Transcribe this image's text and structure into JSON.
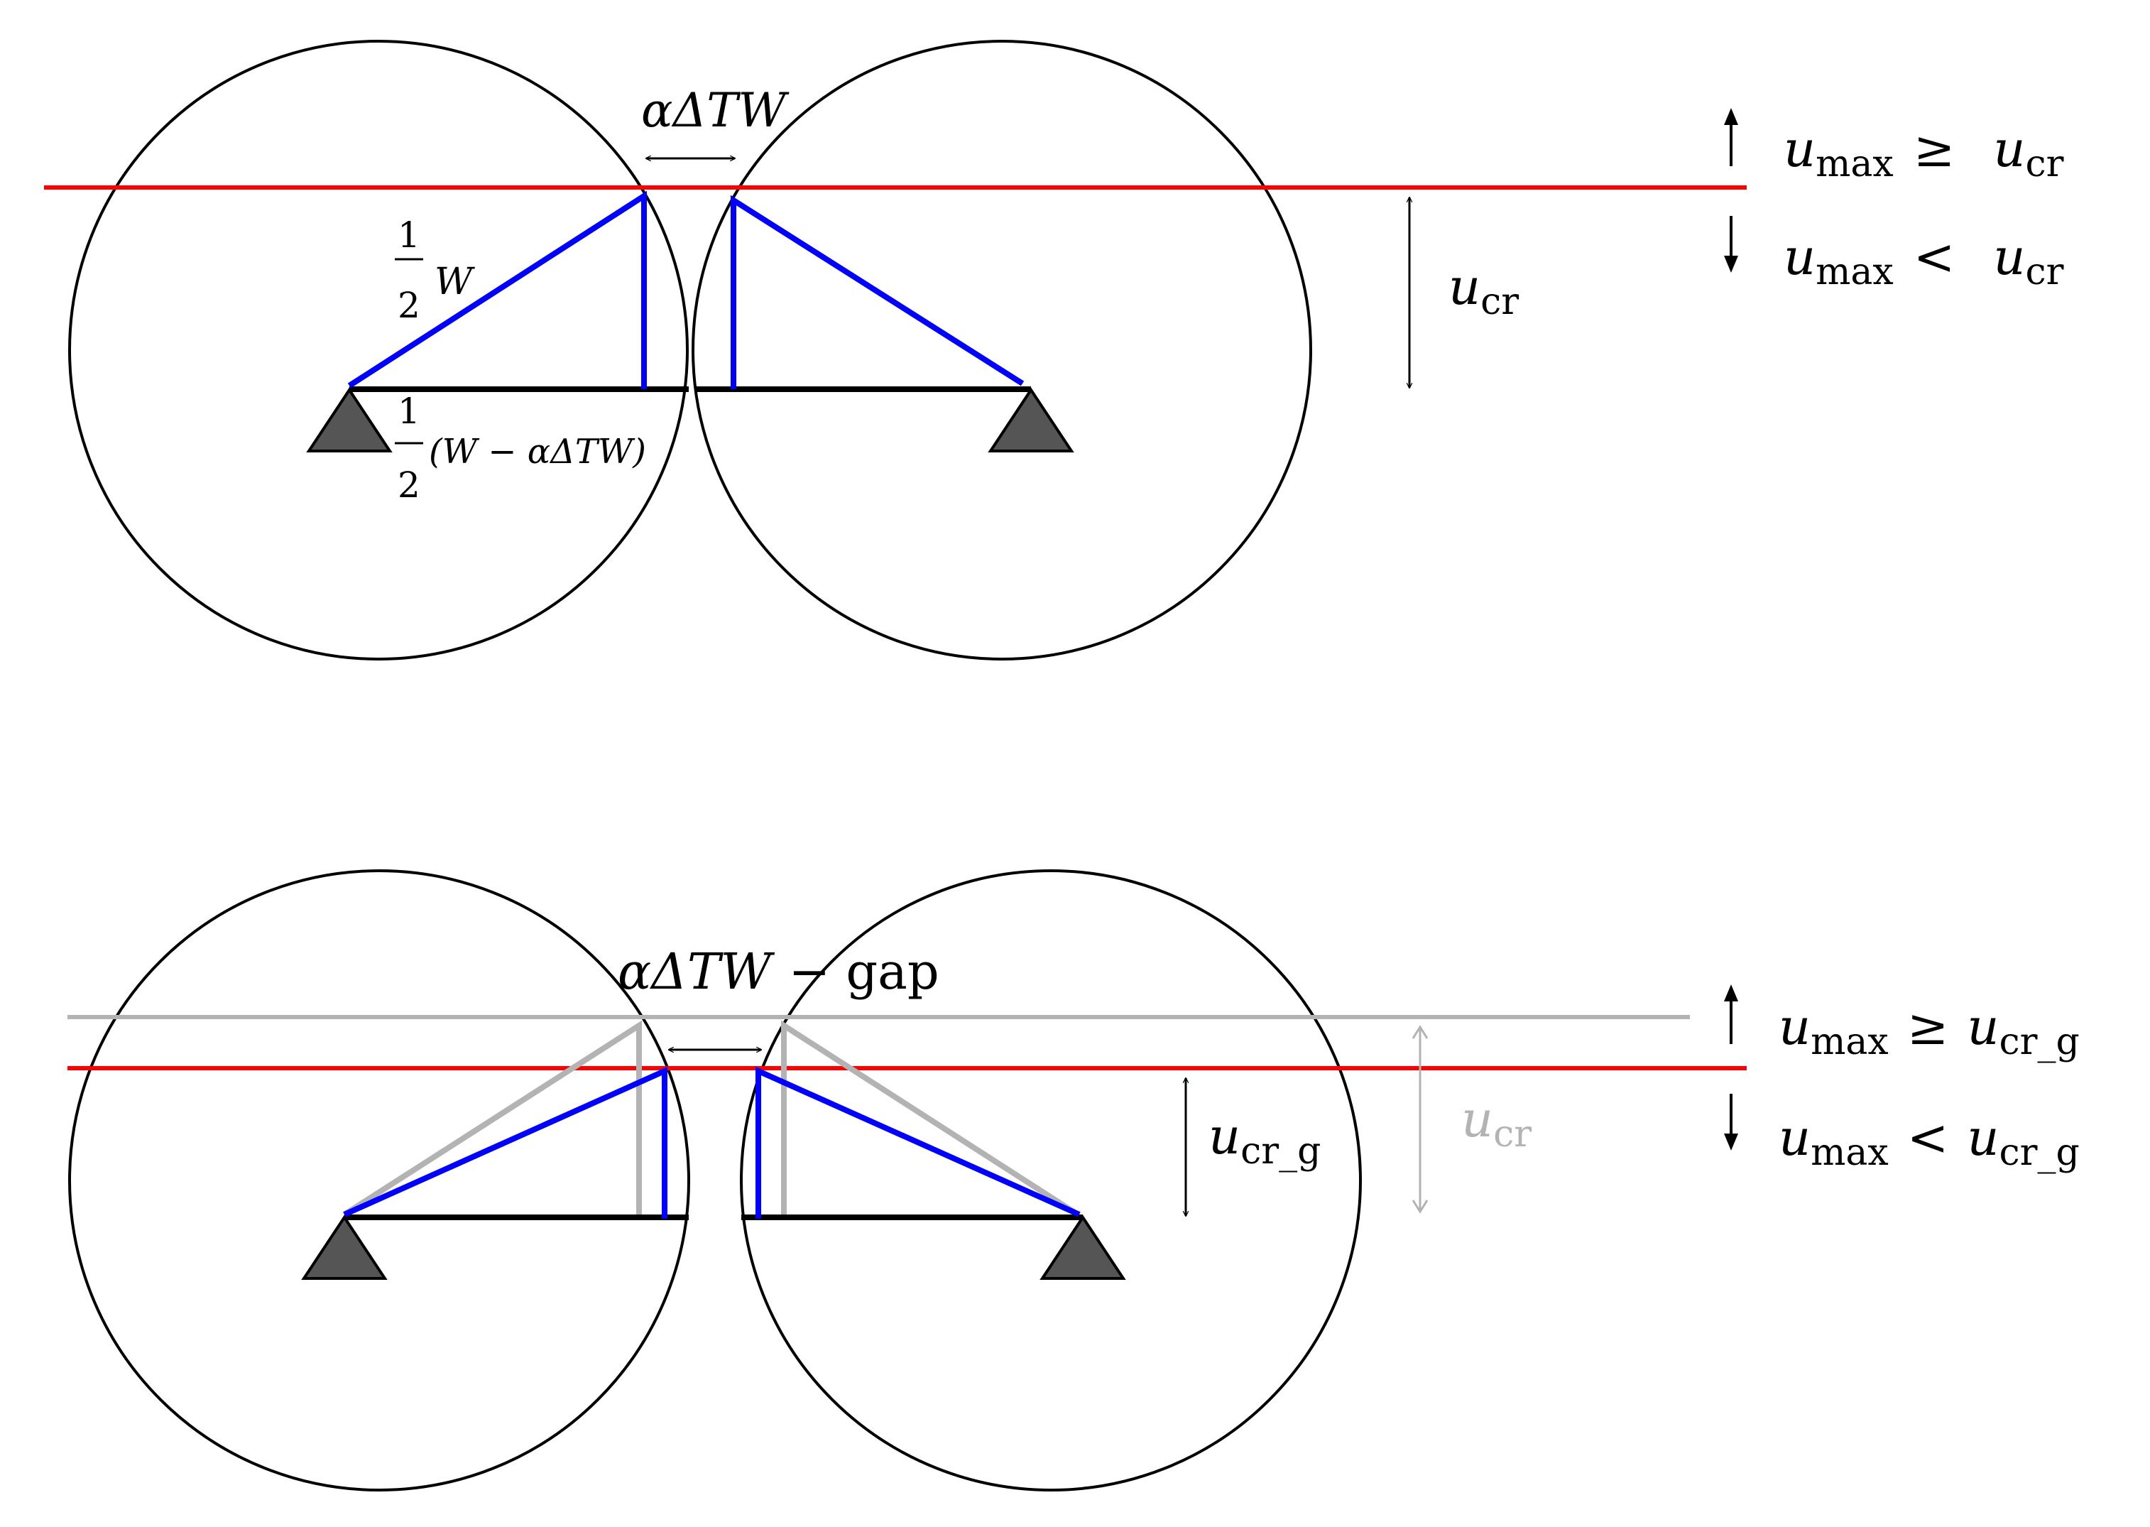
{
  "colors": {
    "black": "#000000",
    "red": "#ff0000",
    "blue": "#0000ff",
    "gray": "#b3b3b3",
    "support": "#555555"
  },
  "top": {
    "alpha_dtw": "αΔTW",
    "half_num": "1",
    "half_den": "2",
    "half_w_label": "W",
    "half_num_2": "1",
    "half_den_2": "2",
    "half_w_minus_label": "(W − αΔTW)",
    "u": "u",
    "cr": "cr",
    "legend_up": {
      "u": "u",
      "sub": "max",
      "op": "≥",
      "rhs_u": "u",
      "rhs_sub": "cr"
    },
    "legend_down": {
      "u": "u",
      "sub": "max",
      "op": "<",
      "rhs_u": "u",
      "rhs_sub": "cr"
    }
  },
  "bottom": {
    "alpha_dtw": "αΔTW",
    "minus_gap": "− gap",
    "u": "u",
    "cr_g": "cr_g",
    "gray_u": "u",
    "gray_cr": "cr",
    "legend_up": {
      "u": "u",
      "sub": "max",
      "op": "≥",
      "rhs_u": "u",
      "rhs_sub": "cr_g"
    },
    "legend_down": {
      "u": "u",
      "sub": "max",
      "op": "<",
      "rhs_u": "u",
      "rhs_sub": "cr_g"
    }
  }
}
